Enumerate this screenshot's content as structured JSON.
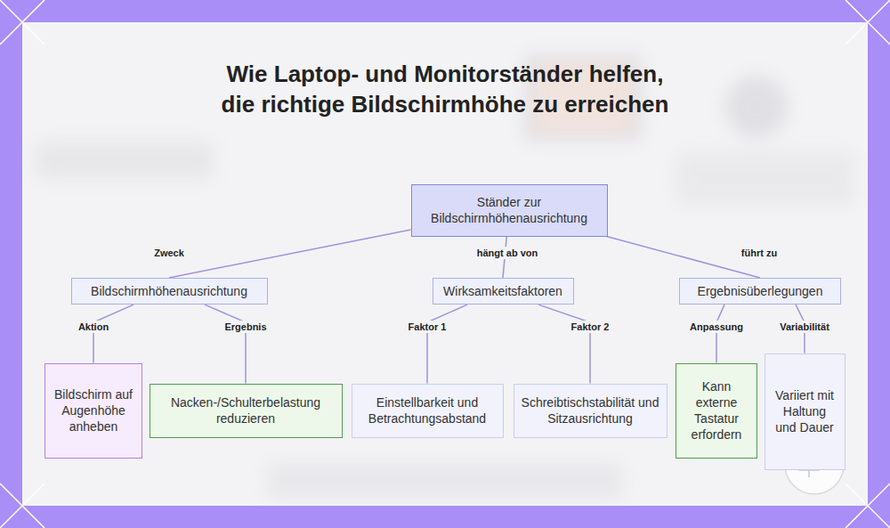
{
  "diagram": {
    "title": "Wie Laptop- und Monitorständer helfen, die richtige Bildschirmhöhe zu erreichen",
    "nodes": [
      {
        "text": [
          "Ständer zur Bildschirmhöhenausrichtung"
        ]
      },
      {
        "text": [
          "Bildschirmhöhenausrichtung"
        ]
      },
      {
        "text": [
          "Wirksamkeitsfaktoren"
        ]
      },
      {
        "text": [
          "Ergebnisüberlegungen"
        ]
      },
      {
        "text": [
          "Bildschirm auf Augenhöhe anheben"
        ]
      },
      {
        "text": [
          "Nacken-/Schulterbelastung reduzieren"
        ]
      },
      {
        "text": [
          "Einstellbarkeit und Betrachtungsabstand"
        ]
      },
      {
        "text": [
          "Schreibtischstabilität und Sitzausrichtung"
        ]
      },
      {
        "text": [
          "Kann externe Tastatur erfordern"
        ]
      },
      {
        "text": [
          "Variiert mit Haltung und Dauer"
        ]
      }
    ],
    "edges": [
      {
        "from": 0,
        "to": 1,
        "label": "Zweck",
        "arrow": "none"
      },
      {
        "from": 0,
        "to": 2,
        "label": "hängt ab von",
        "arrow": "none"
      },
      {
        "from": 0,
        "to": 3,
        "label": "führt zu",
        "arrow": "none"
      },
      {
        "from": 1,
        "to": 4,
        "label": "Aktion",
        "arrow": "none"
      },
      {
        "from": 1,
        "to": 5,
        "label": "Ergebnis",
        "arrow": "none"
      },
      {
        "from": 2,
        "to": 6,
        "label": "Faktor 1",
        "arrow": "none"
      },
      {
        "from": 2,
        "to": 7,
        "label": "Faktor 2",
        "arrow": "none"
      },
      {
        "from": 3,
        "to": 8,
        "label": "Anpassung",
        "arrow": "none"
      },
      {
        "from": 3,
        "to": 9,
        "label": "Variabilität",
        "arrow": "none"
      }
    ]
  }
}
